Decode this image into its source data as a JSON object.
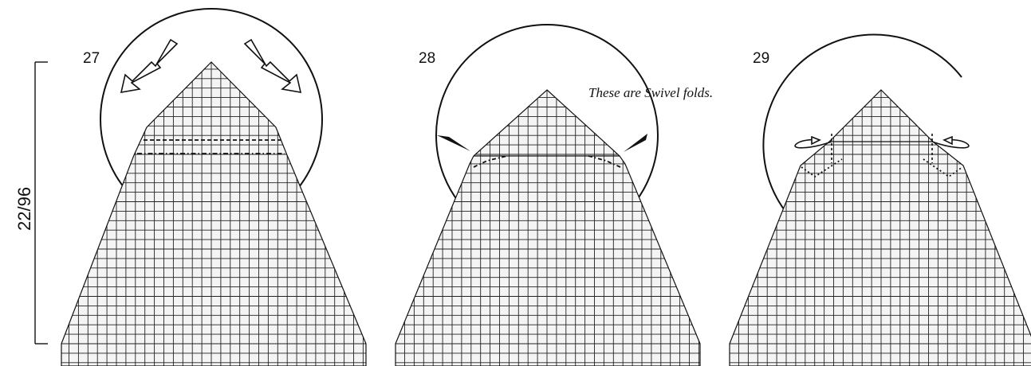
{
  "dimension_label": "22/96",
  "steps": [
    {
      "number": "27"
    },
    {
      "number": "28",
      "note": "These are Swivel folds."
    },
    {
      "number": "29"
    }
  ],
  "colors": {
    "line": "#111111",
    "paper": "#f4f4f4",
    "grid": "#222222"
  }
}
